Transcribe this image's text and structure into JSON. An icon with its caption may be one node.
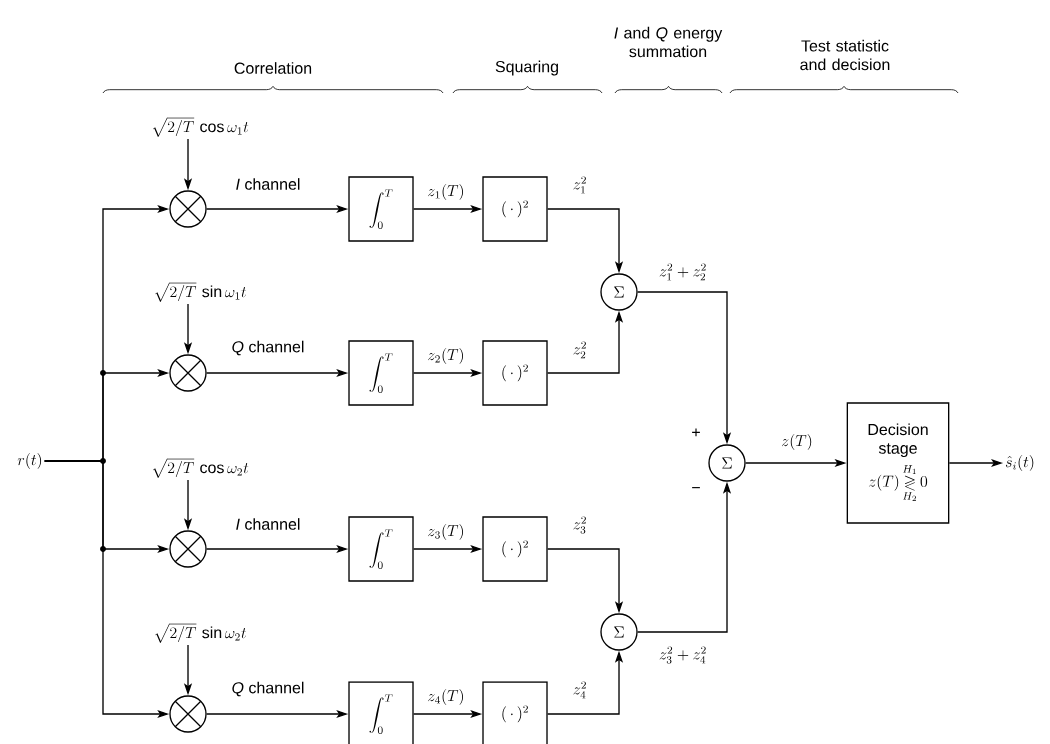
{
  "diagram": {
    "nodes": [
      {
        "text": [
          "\\sqrt{2/T}\\,\\cos\\omega_1 t"
        ]
      },
      {
        "text": [],
        "shape": "circle"
      },
      {
        "text": [
          "\\int_0^T"
        ]
      },
      {
        "text": [
          "(\\,\\cdot\\,)^2"
        ]
      },
      {
        "text": [
          "\\sqrt{2/T}\\,\\sin\\omega_1 t"
        ]
      },
      {
        "text": [],
        "shape": "circle"
      },
      {
        "text": [
          "\\int_0^T"
        ]
      },
      {
        "text": [
          "(\\,\\cdot\\,)^2"
        ]
      },
      {
        "text": [
          "\\Sigma"
        ]
      },
      {
        "text": [
          "r(t)"
        ]
      },
      {
        "text": [
          "\\sqrt{2/T}\\,\\cos\\omega_2 t"
        ]
      },
      {
        "text": [],
        "shape": "circle"
      },
      {
        "text": [
          "\\int_0^T"
        ]
      },
      {
        "text": [
          "(\\,\\cdot\\,)^2"
        ]
      },
      {
        "text": [
          "\\sqrt{2/T}\\,\\sin\\omega_2 t"
        ]
      },
      {
        "text": [],
        "shape": "circle"
      },
      {
        "text": [
          "\\int_0^T"
        ]
      },
      {
        "text": [
          "(\\,\\cdot\\,)^2"
        ]
      },
      {
        "text": [
          "\\Sigma"
        ]
      },
      {
        "text": [
          "\\Sigma"
        ]
      },
      {
        "text": [
          "Decision stage",
          "z(T)\\mathop{\\gtrless}\\limits^{H_1}_{H_2}0"
        ]
      },
      {
        "text": [
          "\\hat{s}_i(t)"
        ]
      }
    ],
    "edges": [
      {
        "from": 9,
        "to": 1,
        "arrow": "to"
      },
      {
        "from": 9,
        "to": 5,
        "arrow": "to"
      },
      {
        "from": 9,
        "to": 11,
        "arrow": "to"
      },
      {
        "from": 9,
        "to": 15,
        "arrow": "to"
      },
      {
        "from": 0,
        "to": 1,
        "arrow": "to"
      },
      {
        "from": 4,
        "to": 5,
        "arrow": "to"
      },
      {
        "from": 10,
        "to": 11,
        "arrow": "to"
      },
      {
        "from": 14,
        "to": 15,
        "arrow": "to"
      },
      {
        "from": 1,
        "to": 2,
        "arrow": "to",
        "label": "*I* channel"
      },
      {
        "from": 5,
        "to": 6,
        "arrow": "to",
        "label": "*Q* channel"
      },
      {
        "from": 11,
        "to": 12,
        "arrow": "to",
        "label": "*I* channel"
      },
      {
        "from": 15,
        "to": 16,
        "arrow": "to",
        "label": "*Q* channel"
      },
      {
        "from": 2,
        "to": 3,
        "arrow": "to",
        "label": "z_1(T)"
      },
      {
        "from": 6,
        "to": 7,
        "arrow": "to",
        "label": "z_2(T)"
      },
      {
        "from": 12,
        "to": 13,
        "arrow": "to",
        "label": "z_3(T)"
      },
      {
        "from": 16,
        "to": 17,
        "arrow": "to",
        "label": "z_4(T)"
      },
      {
        "from": 3,
        "to": 8,
        "arrow": "to",
        "label": "z_1^2"
      },
      {
        "from": 7,
        "to": 8,
        "arrow": "to",
        "label": "z_2^2"
      },
      {
        "from": 13,
        "to": 18,
        "arrow": "to",
        "label": "z_3^2"
      },
      {
        "from": 17,
        "to": 18,
        "arrow": "to",
        "label": "z_4^2"
      },
      {
        "from": 8,
        "to": 19,
        "arrow": "to",
        "label": "z_1^2+z_2^2"
      },
      {
        "from": 18,
        "to": 19,
        "arrow": "to",
        "label": "z_3^2+z_4^2"
      },
      {
        "from": 19,
        "to": 20,
        "arrow": "to",
        "label": "z(T)"
      },
      {
        "from": 20,
        "to": 21,
        "arrow": "to"
      }
    ],
    "labels": [
      "Correlation",
      "Squaring",
      "*I* and *Q* energy summation",
      "Test statistic and decision",
      "+",
      "−"
    ]
  }
}
